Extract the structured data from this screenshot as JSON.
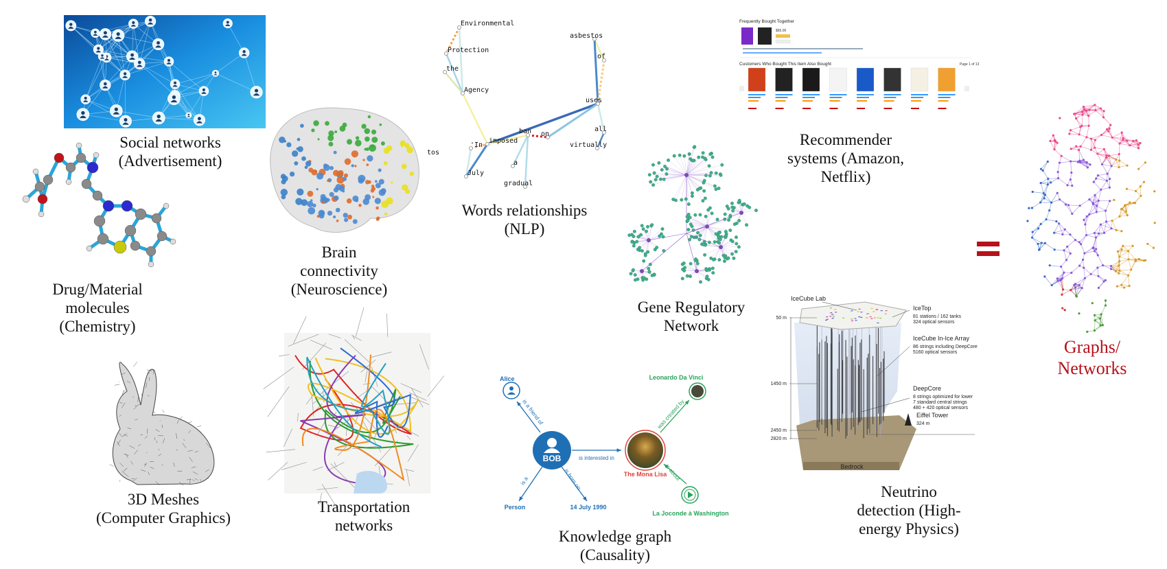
{
  "colors": {
    "graphs_label": "#b5121b",
    "equals_sign": "#b5121b",
    "kg_blue": "#1f6fb5",
    "kg_green": "#27a35a",
    "kg_red": "#e0413a",
    "social_bg": "#1a7fd0"
  },
  "captions": {
    "social": [
      "Social networks",
      "(Advertisement)"
    ],
    "molecules": [
      "Drug/Material",
      "molecules",
      "(Chemistry)"
    ],
    "brain": [
      "Brain",
      "connectivity",
      "(Neuroscience)"
    ],
    "words": [
      "Words relationships",
      "(NLP)"
    ],
    "gene": [
      "Gene Regulatory",
      "Network"
    ],
    "recommender": [
      "Recommender",
      "systems (Amazon,",
      "Netflix)"
    ],
    "graphs": [
      "Graphs/",
      "Networks"
    ],
    "meshes": [
      "3D Meshes",
      "(Computer Graphics)"
    ],
    "transport": [
      "Transportation",
      "networks"
    ],
    "knowledge": [
      "Knowledge graph",
      "(Causality)"
    ],
    "neutrino": [
      "Neutrino",
      "detection (High-",
      "energy Physics)"
    ]
  },
  "equals": "=",
  "words_graph": {
    "fragment": "tos",
    "nodes": [
      "Environmental",
      "Protection",
      "the",
      "Agency",
      "asbestos",
      "of",
      "uses",
      "all",
      "virtually",
      "ban",
      "on",
      "imposed",
      "'In",
      "July",
      "a",
      "gradual"
    ]
  },
  "knowledge_graph": {
    "nodes": {
      "alice": "Alice",
      "bob": "BOB",
      "person": "Person",
      "date": "14 July 1990",
      "mona": "The Mona Lisa",
      "leonardo": "Leonardo Da Vinci",
      "joconde": "La Joconde à Washington"
    },
    "edges": {
      "friend": "is a friend of",
      "interested": "is interested in",
      "is_a": "is a",
      "born": "is born on",
      "created": "was created by",
      "about": "is about"
    }
  },
  "icecube": {
    "lab": "IceCube Lab",
    "icetop": [
      "IceTop",
      "81 stations / 162 tanks",
      "324 optical sensors"
    ],
    "inice": [
      "IceCube In-Ice Array",
      "86 strings including DeepCore",
      "5160 optical sensors"
    ],
    "deepcore": [
      "DeepCore",
      "8 strings optimized for lower",
      "7 standard central strings",
      "480 + 420 optical sensors"
    ],
    "eiffel": [
      "Eiffel Tower",
      "324 m"
    ],
    "depths": [
      "50 m",
      "1450 m",
      "2450 m",
      "2820 m"
    ],
    "bedrock": "Bedrock"
  },
  "amazon": {
    "fbt_title": "Frequently Bought Together",
    "total_price": "$65.00",
    "also_bought_title": "Customers Who Bought This Item Also Bought",
    "page": "Page 1 of 13"
  }
}
